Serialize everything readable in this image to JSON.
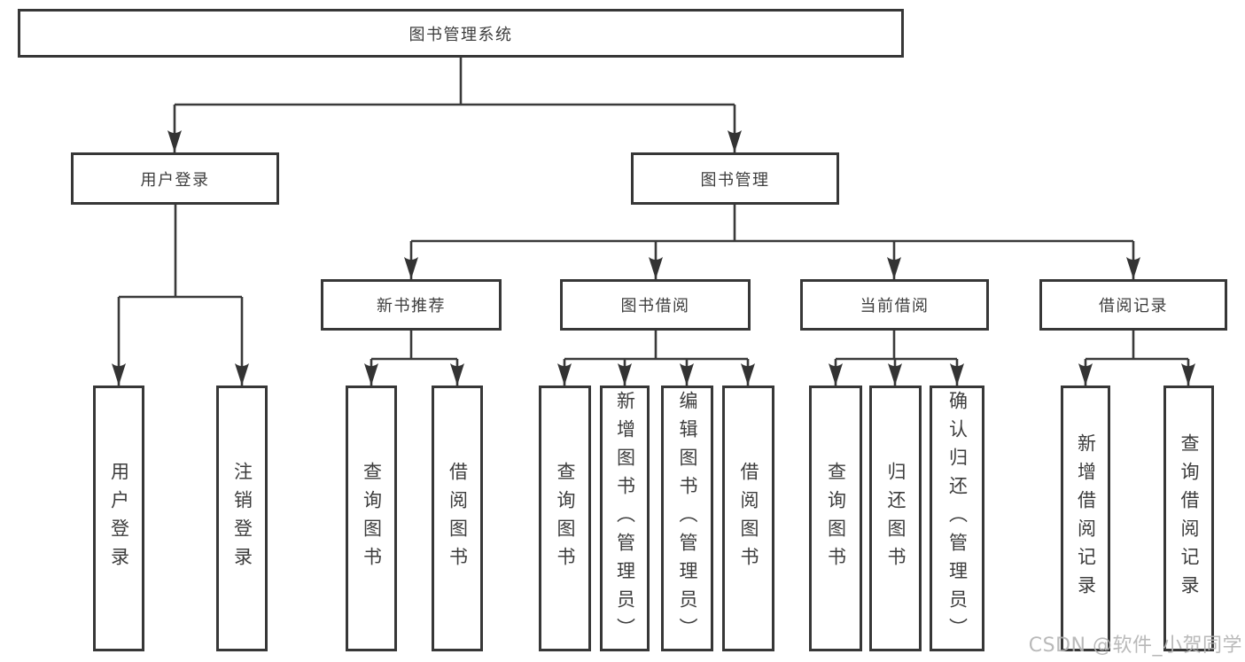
{
  "diagram": {
    "root": {
      "label": "图书管理系统"
    },
    "level2": [
      {
        "label": "用户登录"
      },
      {
        "label": "图书管理"
      }
    ],
    "level3": [
      {
        "label": "新书推荐"
      },
      {
        "label": "图书借阅"
      },
      {
        "label": "当前借阅"
      },
      {
        "label": "借阅记录"
      }
    ],
    "leaves": {
      "login": [
        {
          "label": "用户登录"
        },
        {
          "label": "注销登录"
        }
      ],
      "newbook": [
        {
          "label": "查询图书"
        },
        {
          "label": "借阅图书"
        }
      ],
      "borrow": [
        {
          "label": "查询图书"
        },
        {
          "label": "新增图书（管理员）"
        },
        {
          "label": "编辑图书（管理员）"
        },
        {
          "label": "借阅图书"
        }
      ],
      "current": [
        {
          "label": "查询图书"
        },
        {
          "label": "归还图书"
        },
        {
          "label": "确认归还（管理员）"
        }
      ],
      "records": [
        {
          "label": "新增借阅记录"
        },
        {
          "label": "查询借阅记录"
        }
      ]
    }
  },
  "watermark": {
    "text": "CSDN @软件_小贺同学",
    "color": "#b4b4b4"
  },
  "colors": {
    "line": "#3a3a3a",
    "box_border": "#373737",
    "text": "#3d3d3d",
    "background": "#ffffff"
  }
}
